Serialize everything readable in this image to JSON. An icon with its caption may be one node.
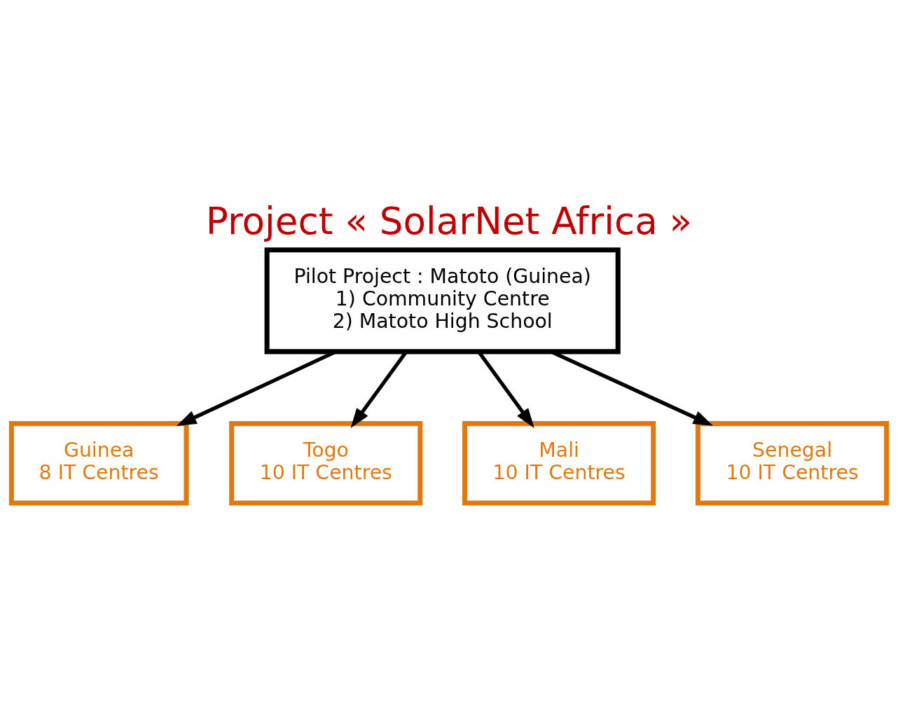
{
  "diagram": {
    "title": "Project « SolarNet Africa »",
    "nodes": [
      {
        "text": [
          "Pilot Project : Matoto (Guinea)",
          "1) Community Centre",
          "2) Matoto High School"
        ]
      },
      {
        "text": [
          "Guinea",
          "8 IT Centres"
        ]
      },
      {
        "text": [
          "Togo",
          "10 IT Centres"
        ]
      },
      {
        "text": [
          "Mali",
          "10 IT Centres"
        ]
      },
      {
        "text": [
          "Senegal",
          "10 IT Centres"
        ]
      }
    ],
    "edges": [
      {
        "from": 0,
        "to": 1,
        "arrow": "to"
      },
      {
        "from": 0,
        "to": 2,
        "arrow": "to"
      },
      {
        "from": 0,
        "to": 3,
        "arrow": "to"
      },
      {
        "from": 0,
        "to": 4,
        "arrow": "to"
      }
    ]
  }
}
